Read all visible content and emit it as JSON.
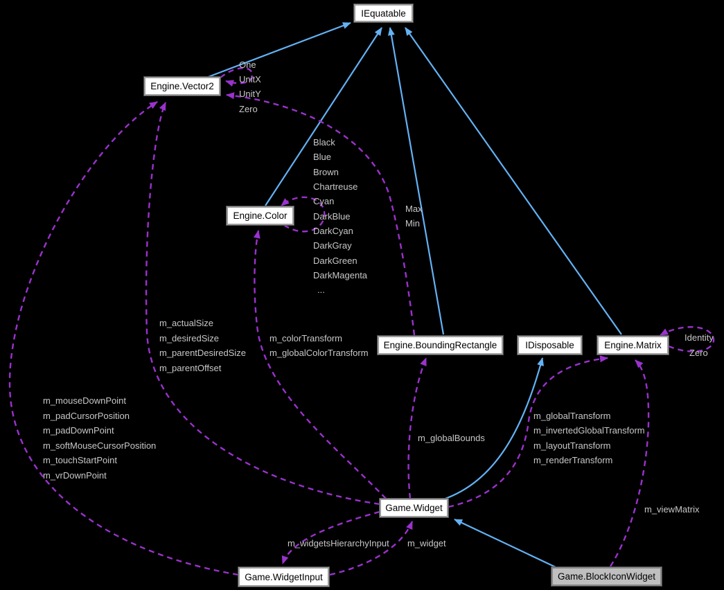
{
  "diagram": {
    "type": "collaboration-graph",
    "colors": {
      "background": "#000000",
      "inheritance_edge": "#63b2f5",
      "usage_edge": "#9a32cd",
      "edge_label_text": "#c8c8c8",
      "node_background": "#ffffff",
      "node_border": "#9c9c9c",
      "current_node_background": "#bfbfbf"
    },
    "nodes": [
      {
        "id": "iequatable",
        "label": "IEquatable",
        "current": false
      },
      {
        "id": "vector2",
        "label": "Engine.Vector2",
        "current": false
      },
      {
        "id": "color",
        "label": "Engine.Color",
        "current": false
      },
      {
        "id": "boundingrectangle",
        "label": "Engine.BoundingRectangle",
        "current": false
      },
      {
        "id": "idisposable",
        "label": "IDisposable",
        "current": false
      },
      {
        "id": "matrix",
        "label": "Engine.Matrix",
        "current": false
      },
      {
        "id": "widget",
        "label": "Game.Widget",
        "current": false
      },
      {
        "id": "widgetinput",
        "label": "Game.WidgetInput",
        "current": false
      },
      {
        "id": "blockiconwidget",
        "label": "Game.BlockIconWidget",
        "current": true
      }
    ],
    "edge_labels": [
      {
        "id": "one",
        "text": "One"
      },
      {
        "id": "unitx",
        "text": "UnitX"
      },
      {
        "id": "unity",
        "text": "UnitY"
      },
      {
        "id": "zero-vector",
        "text": "Zero"
      },
      {
        "id": "black",
        "text": "Black"
      },
      {
        "id": "blue",
        "text": "Blue"
      },
      {
        "id": "brown",
        "text": "Brown"
      },
      {
        "id": "chartreuse",
        "text": "Chartreuse"
      },
      {
        "id": "cyan",
        "text": "Cyan"
      },
      {
        "id": "darkblue",
        "text": "DarkBlue"
      },
      {
        "id": "darkcyan",
        "text": "DarkCyan"
      },
      {
        "id": "darkgray",
        "text": "DarkGray"
      },
      {
        "id": "darkgreen",
        "text": "DarkGreen"
      },
      {
        "id": "darkmagenta",
        "text": "DarkMagenta"
      },
      {
        "id": "ellipsis",
        "text": "..."
      },
      {
        "id": "max",
        "text": "Max"
      },
      {
        "id": "min",
        "text": "Min"
      },
      {
        "id": "m-actualsize",
        "text": "m_actualSize"
      },
      {
        "id": "m-desiredsize",
        "text": "m_desiredSize"
      },
      {
        "id": "m-parentdesiredsize",
        "text": "m_parentDesiredSize"
      },
      {
        "id": "m-parentoffset",
        "text": "m_parentOffset"
      },
      {
        "id": "m-colortransform",
        "text": "m_colorTransform"
      },
      {
        "id": "m-globalcolortransform",
        "text": "m_globalColorTransform"
      },
      {
        "id": "identity",
        "text": "Identity"
      },
      {
        "id": "zero-matrix",
        "text": "Zero"
      },
      {
        "id": "m-mousedownpoint",
        "text": "m_mouseDownPoint"
      },
      {
        "id": "m-padcursorposition",
        "text": "m_padCursorPosition"
      },
      {
        "id": "m-paddownpoint",
        "text": "m_padDownPoint"
      },
      {
        "id": "m-softmousecursorposition",
        "text": "m_softMouseCursorPosition"
      },
      {
        "id": "m-touchstartpoint",
        "text": "m_touchStartPoint"
      },
      {
        "id": "m-vrdownpoint",
        "text": "m_vrDownPoint"
      },
      {
        "id": "m-globaltransform",
        "text": "m_globalTransform"
      },
      {
        "id": "m-invertedglobaltransform",
        "text": "m_invertedGlobalTransform"
      },
      {
        "id": "m-layouttransform",
        "text": "m_layoutTransform"
      },
      {
        "id": "m-rendertransform",
        "text": "m_renderTransform"
      },
      {
        "id": "m-globalbounds",
        "text": "m_globalBounds"
      },
      {
        "id": "m-viewmatrix",
        "text": "m_viewMatrix"
      },
      {
        "id": "m-widgetshierarchyinput",
        "text": "m_widgetsHierarchyInput"
      },
      {
        "id": "m-widget",
        "text": "m_widget"
      }
    ],
    "edges": [
      {
        "id": "e1",
        "from": "vector2",
        "to": "iequatable",
        "kind": "inheritance"
      },
      {
        "id": "e2",
        "from": "color",
        "to": "iequatable",
        "kind": "inheritance"
      },
      {
        "id": "e3",
        "from": "boundingrectangle",
        "to": "iequatable",
        "kind": "inheritance"
      },
      {
        "id": "e4",
        "from": "matrix",
        "to": "iequatable",
        "kind": "inheritance"
      },
      {
        "id": "e5",
        "from": "widget",
        "to": "idisposable",
        "kind": "inheritance"
      },
      {
        "id": "e6",
        "from": "blockiconwidget",
        "to": "widget",
        "kind": "inheritance"
      },
      {
        "id": "u1",
        "from": "vector2",
        "to": "vector2",
        "kind": "usage",
        "labels": [
          "One",
          "UnitX",
          "UnitY",
          "Zero"
        ]
      },
      {
        "id": "u2",
        "from": "color",
        "to": "color",
        "kind": "usage",
        "labels": [
          "Black",
          "Blue",
          "Brown",
          "Chartreuse",
          "Cyan",
          "DarkBlue",
          "DarkCyan",
          "DarkGray",
          "DarkGreen",
          "DarkMagenta",
          "..."
        ]
      },
      {
        "id": "u3",
        "from": "boundingrectangle",
        "to": "vector2",
        "kind": "usage",
        "labels": [
          "Max",
          "Min"
        ]
      },
      {
        "id": "u4",
        "from": "widget",
        "to": "vector2",
        "kind": "usage",
        "labels": [
          "m_actualSize",
          "m_desiredSize",
          "m_parentDesiredSize",
          "m_parentOffset"
        ]
      },
      {
        "id": "u5",
        "from": "widget",
        "to": "color",
        "kind": "usage",
        "labels": [
          "m_colorTransform",
          "m_globalColorTransform"
        ]
      },
      {
        "id": "u6",
        "from": "widget",
        "to": "boundingrectangle",
        "kind": "usage",
        "labels": [
          "m_globalBounds"
        ]
      },
      {
        "id": "u7",
        "from": "widget",
        "to": "matrix",
        "kind": "usage",
        "labels": [
          "m_globalTransform",
          "m_invertedGlobalTransform",
          "m_layoutTransform",
          "m_renderTransform"
        ]
      },
      {
        "id": "u8",
        "from": "matrix",
        "to": "matrix",
        "kind": "usage",
        "labels": [
          "Identity",
          "Zero"
        ]
      },
      {
        "id": "u9",
        "from": "widgetinput",
        "to": "vector2",
        "kind": "usage",
        "labels": [
          "m_mouseDownPoint",
          "m_padCursorPosition",
          "m_padDownPoint",
          "m_softMouseCursorPosition",
          "m_touchStartPoint",
          "m_vrDownPoint"
        ]
      },
      {
        "id": "u10",
        "from": "widget",
        "to": "widgetinput",
        "kind": "usage",
        "labels": [
          "m_widgetsHierarchyInput"
        ]
      },
      {
        "id": "u11",
        "from": "widgetinput",
        "to": "widget",
        "kind": "usage",
        "labels": [
          "m_widget"
        ]
      },
      {
        "id": "u12",
        "from": "blockiconwidget",
        "to": "matrix",
        "kind": "usage",
        "labels": [
          "m_viewMatrix"
        ]
      }
    ]
  }
}
